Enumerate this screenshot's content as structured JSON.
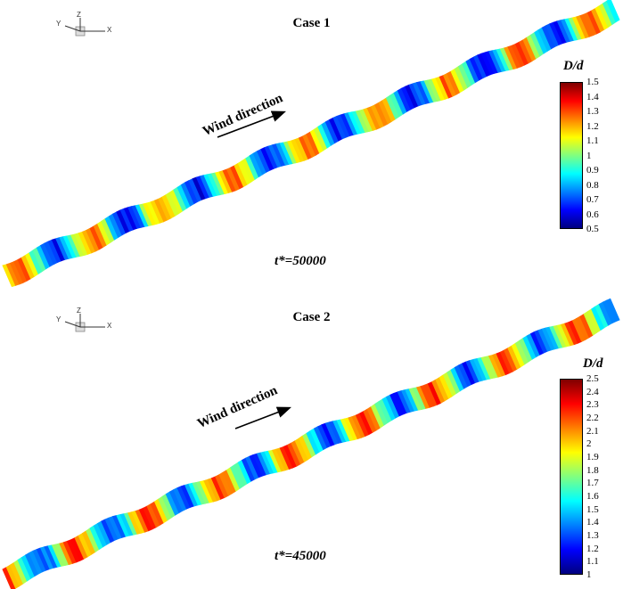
{
  "panels": [
    {
      "title": "Case 1",
      "wind_label": "Wind direction",
      "time_label": "t*=50000",
      "colorbar": {
        "title": "D/d",
        "ticks": [
          "1.5",
          "1.4",
          "1.3",
          "1.2",
          "1.1",
          "1",
          "0.9",
          "0.8",
          "0.7",
          "0.6",
          "0.5"
        ]
      },
      "axes": {
        "x": "X",
        "y": "Y",
        "z": "Z"
      }
    },
    {
      "title": "Case 2",
      "wind_label": "Wind direction",
      "time_label": "t*=45000",
      "colorbar": {
        "title": "D/d",
        "ticks": [
          "2.5",
          "2.4",
          "2.3",
          "2.2",
          "2.1",
          "2",
          "1.9",
          "1.8",
          "1.7",
          "1.6",
          "1.5",
          "1.4",
          "1.3",
          "1.2",
          "1.1",
          "1"
        ]
      },
      "axes": {
        "x": "X",
        "y": "Y",
        "z": "Z"
      }
    }
  ],
  "colormap": [
    "#00007f",
    "#0000ff",
    "#0080ff",
    "#00ffff",
    "#80ff80",
    "#ffff00",
    "#ff8000",
    "#ff0000",
    "#7f0000"
  ]
}
